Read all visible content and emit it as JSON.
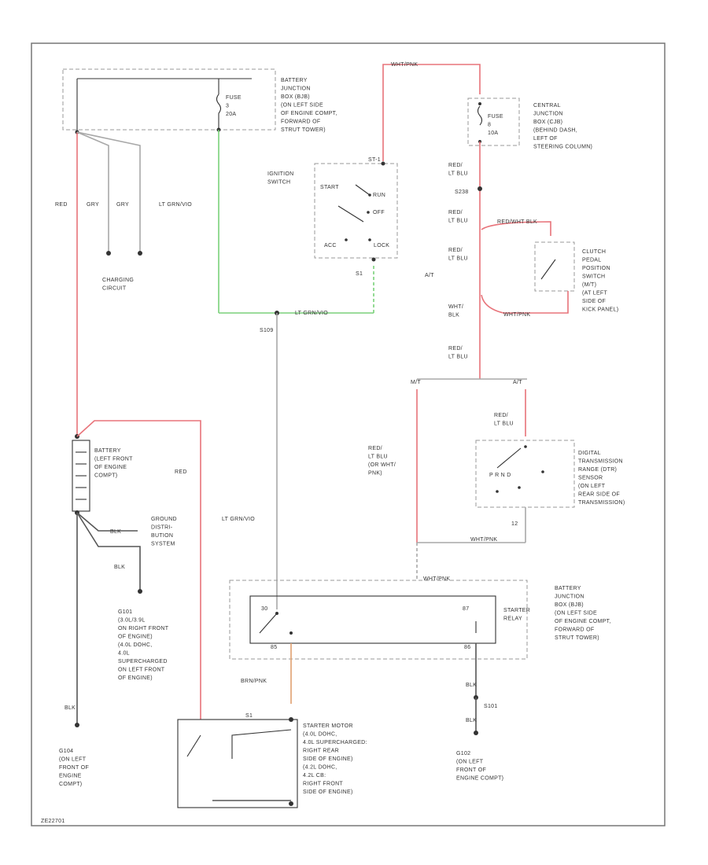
{
  "wire_colors": {
    "red": "#e8737a",
    "green": "#7ad17a",
    "gray": "#a8a8a8",
    "black": "#555555",
    "orange": "#e0a070",
    "white": "#f0f0f0"
  },
  "components": {
    "battery_junction_top": "BATTERY\nJUNCTION\nBOX (BJB)\n(ON LEFT SIDE\nOF ENGINE COMPT,\nFORWARD OF\nSTRUT TOWER)",
    "fuse_bjb": "FUSE\n3\n20A",
    "central_junction": "CENTRAL\nJUNCTION\nBOX (CJB)\n(BEHIND DASH,\nLEFT OF\nSTEERING COLUMN)",
    "fuse_cjb": "FUSE\n8\n10A",
    "ignition_switch": "IGNITION\nSWITCH",
    "ign_start": "START",
    "ign_run": "RUN",
    "ign_off": "OFF",
    "ign_acc": "ACC",
    "ign_lock": "LOCK",
    "ign_pin_top": "ST-1",
    "ign_pin_bottom": "S1",
    "clutch_switch": "CLUTCH\nPEDAL\nPOSITION\nSWITCH\n(M/T)\n(AT LEFT\nSIDE OF\nKICK PANEL)",
    "charging": "CHARGING\nCIRCUIT",
    "battery": "BATTERY\n(LEFT FRONT\nOF ENGINE\nCOMPT)",
    "ground_dist": "GROUND\nDISTRI-\nBUTION\nSYSTEM",
    "dtr_sensor": "DIGITAL\nTRANSMISSION\nRANGE (DTR)\nSENSOR\n(ON LEFT\nREAR SIDE OF\nTRANSMISSION)",
    "dtr_pins": "P  R  N  D",
    "dtr_pin_num": "12",
    "starter_relay": "STARTER\nRELAY",
    "battery_junction_bottom": "BATTERY\nJUNCTION\nBOX (BJB)\n(ON LEFT SIDE\nOF ENGINE COMPT,\nFORWARD OF\nSTRUT TOWER)",
    "relay_pin_a": "30",
    "relay_pin_b": "87",
    "relay_pin_c": "85",
    "relay_pin_d": "86",
    "starter_motor": "STARTER MOTOR\n(4.0L DOHC,\n4.0L SUPERCHARGED:\nRIGHT REAR\nSIDE OF ENGINE)\n(4.2L DOHC,\n4.2L CB:\nRIGHT FRONT\nSIDE OF ENGINE)",
    "g101": "G101\n(3.0L/3.9L\nON RIGHT FRONT\nOF ENGINE)\n(4.0L DOHC,\n4.0L\nSUPERCHARGED\nON LEFT FRONT\nOF ENGINE)",
    "g104": "G104\n(ON LEFT\nFRONT OF\nENGINE\nCOMPT)",
    "g102": "G102\n(ON LEFT\nFRONT OF\nENGINE COMPT)"
  },
  "labels": {
    "red": "RED",
    "gry": "GRY",
    "gry2": "GRY",
    "lt_grn_vio": "LT GRN/VIO",
    "lt_grn_vio_h": "LT GRN/VIO",
    "wht_pnk_top": "WHT/PNK",
    "red_lt_blu_1": "RED/\nLT BLU",
    "s_one": "S238",
    "red_lt_blu_2": "RED/\nLT BLU",
    "red_lt_blu_3": "RED/\nLT BLU",
    "at": "A/T",
    "wht_blk": "WHT/\nBLK",
    "red_lt_blu_4": "RED/\nLT BLU",
    "mt": "M/T",
    "at2": "A/T",
    "red_lt_blu_5": "RED/\nLT BLU",
    "red_lt_blu_6": "RED/\nLT BLU\n(OR WHT/\nPNK)",
    "wht_pnk_2": "WHT/PNK",
    "wht_pnk_3": "WHT/PNK",
    "wht_pnk_4": "WHT/PNK",
    "red_wht_blk": "RED/WHT BLK",
    "s109": "S109",
    "red_v": "RED",
    "lt_grn_vio_v": "LT GRN/VIO",
    "blk_1": "BLK",
    "blk_2": "BLK",
    "blk_3": "BLK",
    "blk_4": "BLK",
    "blk_5": "BLK",
    "s101": "S101",
    "brn_pnk": "BRN/PNK",
    "s1_ign": "S1",
    "sbk": "S1",
    "code": "ZE22701"
  }
}
